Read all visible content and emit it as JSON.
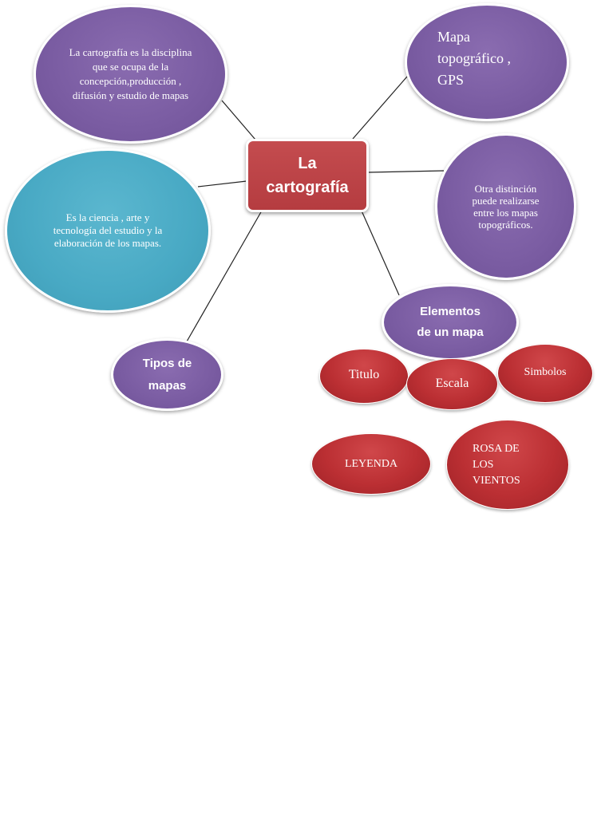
{
  "diagram": {
    "center": {
      "label": "La\ncartografía"
    },
    "nodes": {
      "definicion": "La cartografía es la disciplina\nque se ocupa de la\nconcepción,producción ,\ndifusión y estudio de mapas",
      "mapa_topografico": "Mapa\ntopográfico  ,\nGPS",
      "ciencia": "Es la ciencia , arte y\ntecnología del estudio y la\nelaboración de los mapas.",
      "distincion": "Otra distinción\npuede realizarse\nentre los mapas\ntopográficos.",
      "elementos": "Elementos\nde un mapa",
      "tipos": "Tipos de\nmapas"
    },
    "elementos": {
      "titulo": "Titulo",
      "escala": "Escala",
      "simbolos": "Simbolos",
      "leyenda": "LEYENDA",
      "rosa": "ROSA DE\nLOS\nVIENTOS"
    }
  },
  "colors": {
    "purple": "#7a5ca2",
    "teal": "#48a9c4",
    "red": "#bb2f33",
    "center": "#b94044",
    "line": "#222222"
  }
}
